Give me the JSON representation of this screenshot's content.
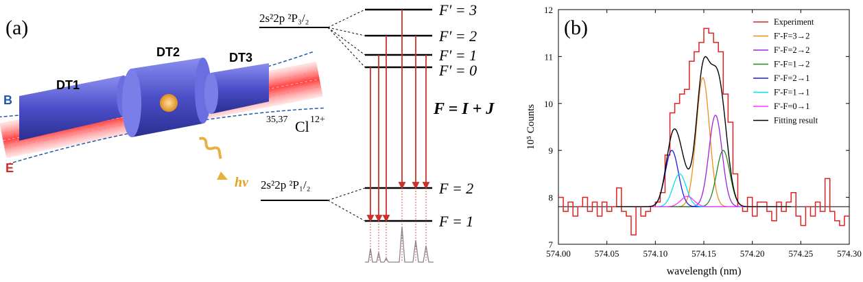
{
  "panel_a": {
    "label": "(a)",
    "tubes": [
      "DT1",
      "DT2",
      "DT3"
    ],
    "field_b": "B",
    "field_e": "E",
    "ion_mass": "35,37",
    "ion_symbol": "Cl",
    "ion_charge": "12+",
    "photon": "hν",
    "upper_config": "2s²2p ²P₃/₂",
    "lower_config": "2s²2p ²P₁/₂",
    "upper_levels": [
      "F′ = 3",
      "F′ = 2",
      "F′ = 1",
      "F′ = 0"
    ],
    "lower_levels": [
      "F = 2",
      "F = 1"
    ],
    "coupling": "F = I + J",
    "colors": {
      "tube": "#5b5fd6",
      "beam": "#ff3030",
      "transition": "#d0302a",
      "photon": "#e8b040",
      "field_b": "#1e5aa8",
      "field_e": "#d42a2a"
    }
  },
  "panel_b": {
    "label": "(b)",
    "chart_data": {
      "type": "line",
      "xlabel": "wavelength (nm)",
      "ylabel": "10⁵ Counts",
      "xlim": [
        574.0,
        574.3
      ],
      "ylim": [
        7,
        12
      ],
      "xticks": [
        "574.00",
        "574.05",
        "574.10",
        "574.15",
        "574.20",
        "574.25",
        "574.30"
      ],
      "yticks": [
        "7",
        "8",
        "9",
        "10",
        "11",
        "12"
      ],
      "legend_position": "top-right",
      "baseline": 7.8,
      "experiment": {
        "name": "Experiment",
        "color": "#e02020",
        "x": [
          574.0,
          574.005,
          574.01,
          574.015,
          574.02,
          574.025,
          574.03,
          574.035,
          574.04,
          574.045,
          574.05,
          574.055,
          574.06,
          574.065,
          574.07,
          574.075,
          574.08,
          574.085,
          574.09,
          574.095,
          574.1,
          574.105,
          574.11,
          574.115,
          574.12,
          574.125,
          574.13,
          574.135,
          574.14,
          574.145,
          574.15,
          574.155,
          574.16,
          574.165,
          574.17,
          574.175,
          574.18,
          574.185,
          574.19,
          574.195,
          574.2,
          574.205,
          574.21,
          574.215,
          574.22,
          574.225,
          574.23,
          574.235,
          574.24,
          574.245,
          574.25,
          574.255,
          574.26,
          574.265,
          574.27,
          574.275,
          574.28,
          574.285,
          574.29,
          574.295
        ],
        "y": [
          8.0,
          7.7,
          7.9,
          7.6,
          7.8,
          8.0,
          7.7,
          7.9,
          7.6,
          7.9,
          7.7,
          7.8,
          8.2,
          7.7,
          7.6,
          7.2,
          7.8,
          7.6,
          7.7,
          7.8,
          7.9,
          8.1,
          8.9,
          9.8,
          10.0,
          10.2,
          10.3,
          10.9,
          11.1,
          11.3,
          11.6,
          11.5,
          11.3,
          11.1,
          10.2,
          9.6,
          8.5,
          7.8,
          7.7,
          8.0,
          7.6,
          7.9,
          7.9,
          7.7,
          7.5,
          7.9,
          7.7,
          7.9,
          8.1,
          7.6,
          7.4,
          7.8,
          7.6,
          7.9,
          7.7,
          8.4,
          7.7,
          7.5,
          7.4,
          7.6
        ]
      },
      "components": [
        {
          "name": "F'-F=3→2",
          "color": "#f08c1e",
          "center": 574.149,
          "amplitude": 2.75,
          "sigma": 0.0068
        },
        {
          "name": "F'-F=2→2",
          "color": "#a020e0",
          "center": 574.162,
          "amplitude": 1.95,
          "sigma": 0.0068
        },
        {
          "name": "F'-F=1→2",
          "color": "#1a8a1a",
          "center": 574.17,
          "amplitude": 1.2,
          "sigma": 0.0068
        },
        {
          "name": "F'-F=2→1",
          "color": "#1a1ae0",
          "center": 574.117,
          "amplitude": 1.2,
          "sigma": 0.0068
        },
        {
          "name": "F'-F=1→1",
          "color": "#00e0f0",
          "center": 574.125,
          "amplitude": 0.7,
          "sigma": 0.0068
        },
        {
          "name": "F'-F=0→1",
          "color": "#ff30ff",
          "center": 574.133,
          "amplitude": 0.22,
          "sigma": 0.0068
        }
      ],
      "fit": {
        "name": "Fitting result",
        "color": "#000000"
      }
    }
  }
}
